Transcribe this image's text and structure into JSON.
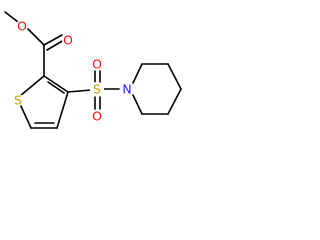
{
  "molecule": {
    "atoms": {
      "methyl_o": {
        "label": "O",
        "color": "#ff0d0d"
      },
      "carbonyl_o": {
        "label": "O",
        "color": "#ff0d0d"
      },
      "sulfur_ring": {
        "label": "S",
        "color": "#c8a000"
      },
      "sulfonyl_s": {
        "label": "S",
        "color": "#c8a000"
      },
      "sulfonyl_o_top": {
        "label": "O",
        "color": "#ff0d0d"
      },
      "sulfonyl_o_bottom": {
        "label": "O",
        "color": "#ff0d0d"
      },
      "nitrogen": {
        "label": "N",
        "color": "#1f1fff"
      }
    },
    "bond_color": "#000000"
  }
}
